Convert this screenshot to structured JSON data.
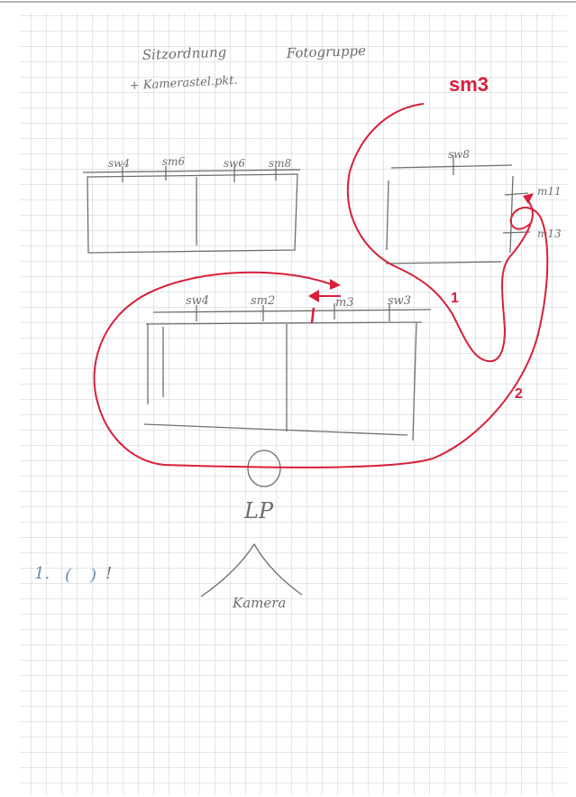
{
  "title": {
    "line1_word1": "Sitzordnung",
    "line1_word2": "Fotogruppe",
    "line2": "+ Kamerastel.pkt."
  },
  "annotation_top_right": "sm3",
  "back_right_row": {
    "labels": [
      "sw8",
      "m11",
      "m13"
    ]
  },
  "back_left_row": {
    "labels": [
      "sw4",
      "sm6",
      "sw6",
      "sm8"
    ]
  },
  "front_row": {
    "labels": [
      "sw4",
      "sm2",
      "m3",
      "sw3"
    ]
  },
  "path_labels": {
    "path1": "1",
    "path2": "2",
    "marker": "I"
  },
  "lp_label": "LP",
  "camera_label": "Kamera",
  "footnote": {
    "number": "1.",
    "paren_open": "(",
    "paren_close": ")",
    "exclaim": "!"
  },
  "colors": {
    "grid": "#c9cdd2",
    "pencil": "#6e6e6e",
    "red": "#d8203a",
    "blue": "#6c88b3"
  }
}
